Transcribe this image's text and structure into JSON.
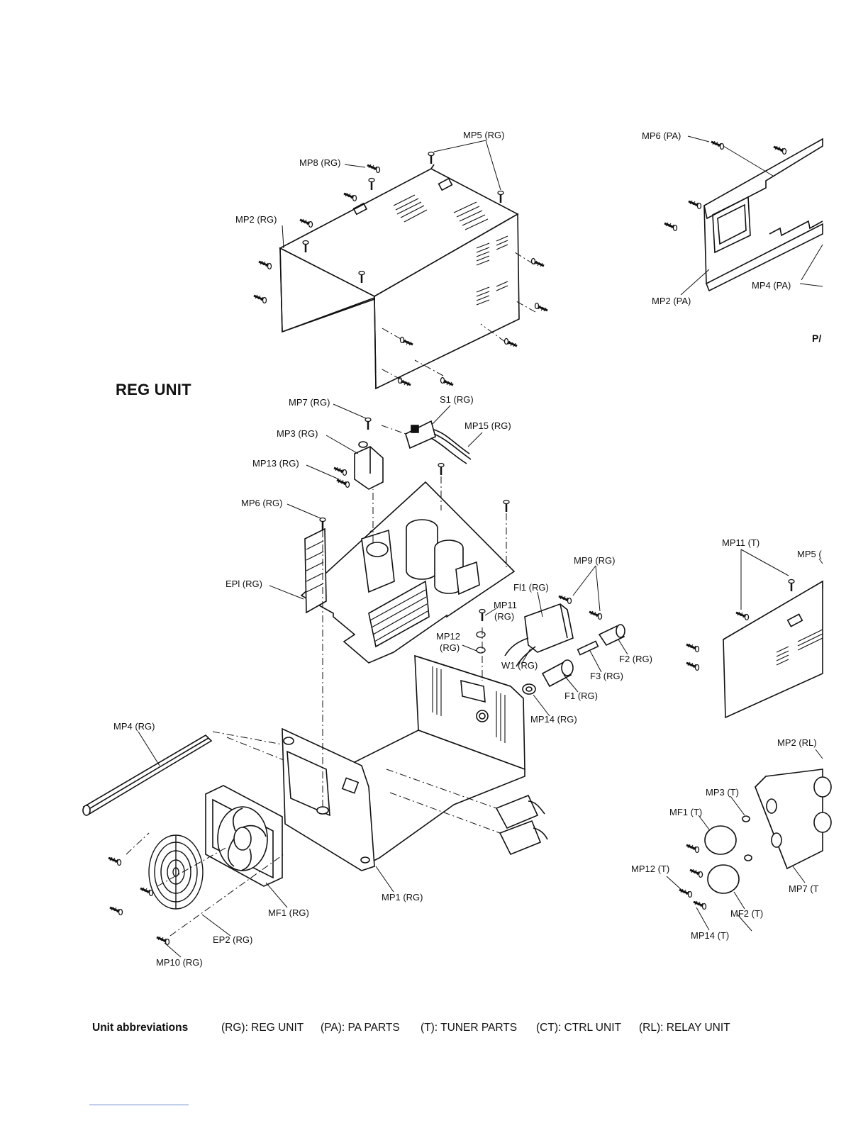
{
  "section_title": "REG UNIT",
  "partial_title": "P/",
  "labels": {
    "mp5_rg": "MP5 (RG)",
    "mp8_rg": "MP8 (RG)",
    "mp2_rg": "MP2 (RG)",
    "mp6_pa": "MP6 (PA)",
    "mp2_pa": "MP2 (PA)",
    "mp4_pa": "MP4 (PA)",
    "mp7_rg": "MP7 (RG)",
    "s1_rg": "S1 (RG)",
    "mp3_rg": "MP3 (RG)",
    "mp15_rg": "MP15 (RG)",
    "mp13_rg": "MP13 (RG)",
    "mp6_rg": "MP6 (RG)",
    "ep1_rg": "EPl (RG)",
    "mp9_rg": "MP9 (RG)",
    "fi1_rg": "Fl1 (RG)",
    "mp11_rg_line1": "MP11",
    "mp11_rg_line2": "(RG)",
    "mp12_rg_line1": "MP12",
    "mp12_rg_line2": "(RG)",
    "f2_rg": "F2 (RG)",
    "w1_rg": "W1 (RG)",
    "f3_rg": "F3 (RG)",
    "f1_rg": "F1 (RG)",
    "mp14_rg": "MP14 (RG)",
    "mp4_rg": "MP4 (RG)",
    "mp1_rg": "MP1 (RG)",
    "mf1_rg": "MF1 (RG)",
    "ep2_rg": "EP2 (RG)",
    "mp10_rg": "MP10 (RG)",
    "mp11_t": "MP11 (T)",
    "mp5_t_partial": "MP5 (",
    "mp2_rl": "MP2 (RL)",
    "mp3_t": "MP3 (T)",
    "mf1_t": "MF1 (T)",
    "mp12_t": "MP12 (T)",
    "mp7_t_partial": "MP7 (T",
    "mf2_t": "MF2 (T)",
    "mp14_t": "MP14 (T)"
  },
  "footer": {
    "heading": "Unit abbreviations",
    "items": [
      "(RG): REG UNIT",
      "(PA): PA PARTS",
      "(T): TUNER PARTS",
      "(CT): CTRL UNIT",
      "(RL): RELAY UNIT"
    ]
  }
}
